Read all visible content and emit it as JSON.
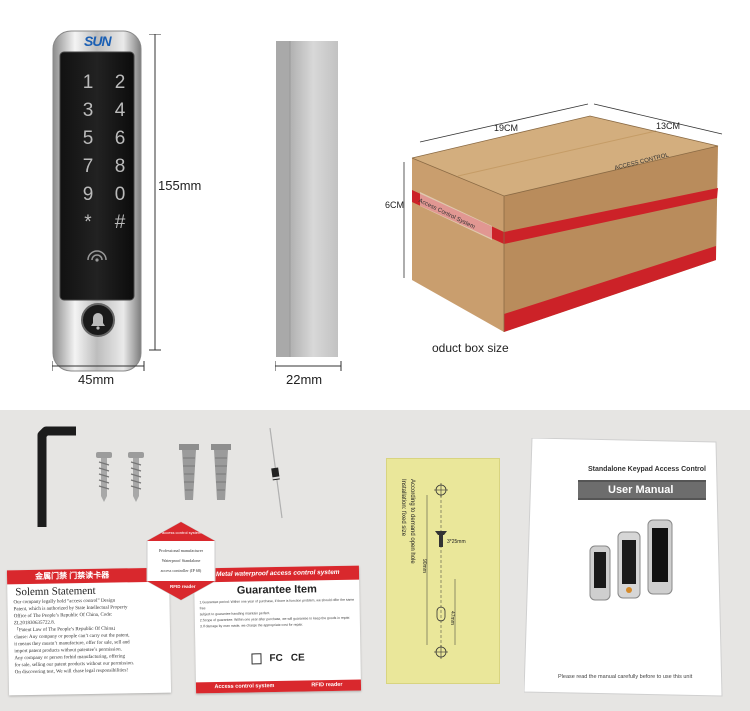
{
  "brand": {
    "logo_text": "SUN"
  },
  "keypad": {
    "keys": [
      "1",
      "2",
      "3",
      "4",
      "5",
      "6",
      "7",
      "8",
      "9",
      "0",
      "*",
      "#"
    ]
  },
  "dimensions": {
    "height": "155mm",
    "width": "45mm",
    "depth": "22mm"
  },
  "box": {
    "length": "19CM",
    "width": "13CM",
    "height": "6CM",
    "caption": "oduct box size",
    "side_text": "Access Control System",
    "top_text": "ACCESS CONTROL"
  },
  "kit": {
    "solemn": {
      "header": "金属门禁  门禁读卡器",
      "title": "Solemn Statement",
      "lines": [
        "Our company legally hold “access control” Design",
        "Patent, which is authorized by State Intellectual Property",
        "Office of The People’s Republic Of China, Code:",
        "ZL201830635722.8.",
        "「Patent Law of The People’s Republic Of China」",
        "clause: Any company or people can’t carry out the patent,",
        "it means they mustn’t manufacture, offer for sale, sell and",
        "import patent products without patentee’s permission.",
        "Any company or person forbid manufacturing, offering",
        "for sale, selling our patent products without our permission.",
        "On discovering test, We will chase legal responsibilities!"
      ]
    },
    "hexagon": {
      "header": "access control system",
      "lines": [
        "Professional manufacturer",
        "Waterproof Standalone",
        "access controller (IP 68)"
      ],
      "footer": "RFID reader"
    },
    "guarantee": {
      "header": "Metal waterproof access control system",
      "title": "Guarantee Item",
      "lines": [
        "1.Guarantee period: Within one year of purchase, if there is function problem, we should offer the same free",
        "subject to guarantee handling maintain perfect.",
        "2.Scope of guarantee: Within one year after purchase, we will guarantee to keep the goods in repair.",
        "3.If damage by man made, we charge the appropriate cost for repair."
      ],
      "cert_fc": "FC",
      "cert_ce": "CE",
      "footer_left": "Access control system",
      "footer_right": "RFID reader"
    },
    "template": {
      "line1": "Installation: fixed size",
      "line2": "According to demand open hole",
      "screw": "3*25mm",
      "dim_90": "90mm",
      "dim_47": "47mm"
    },
    "manual": {
      "subtitle": "Standalone Keypad Access Control",
      "title": "User Manual",
      "footer": "Please read the manual carefully before to use this unit"
    }
  }
}
